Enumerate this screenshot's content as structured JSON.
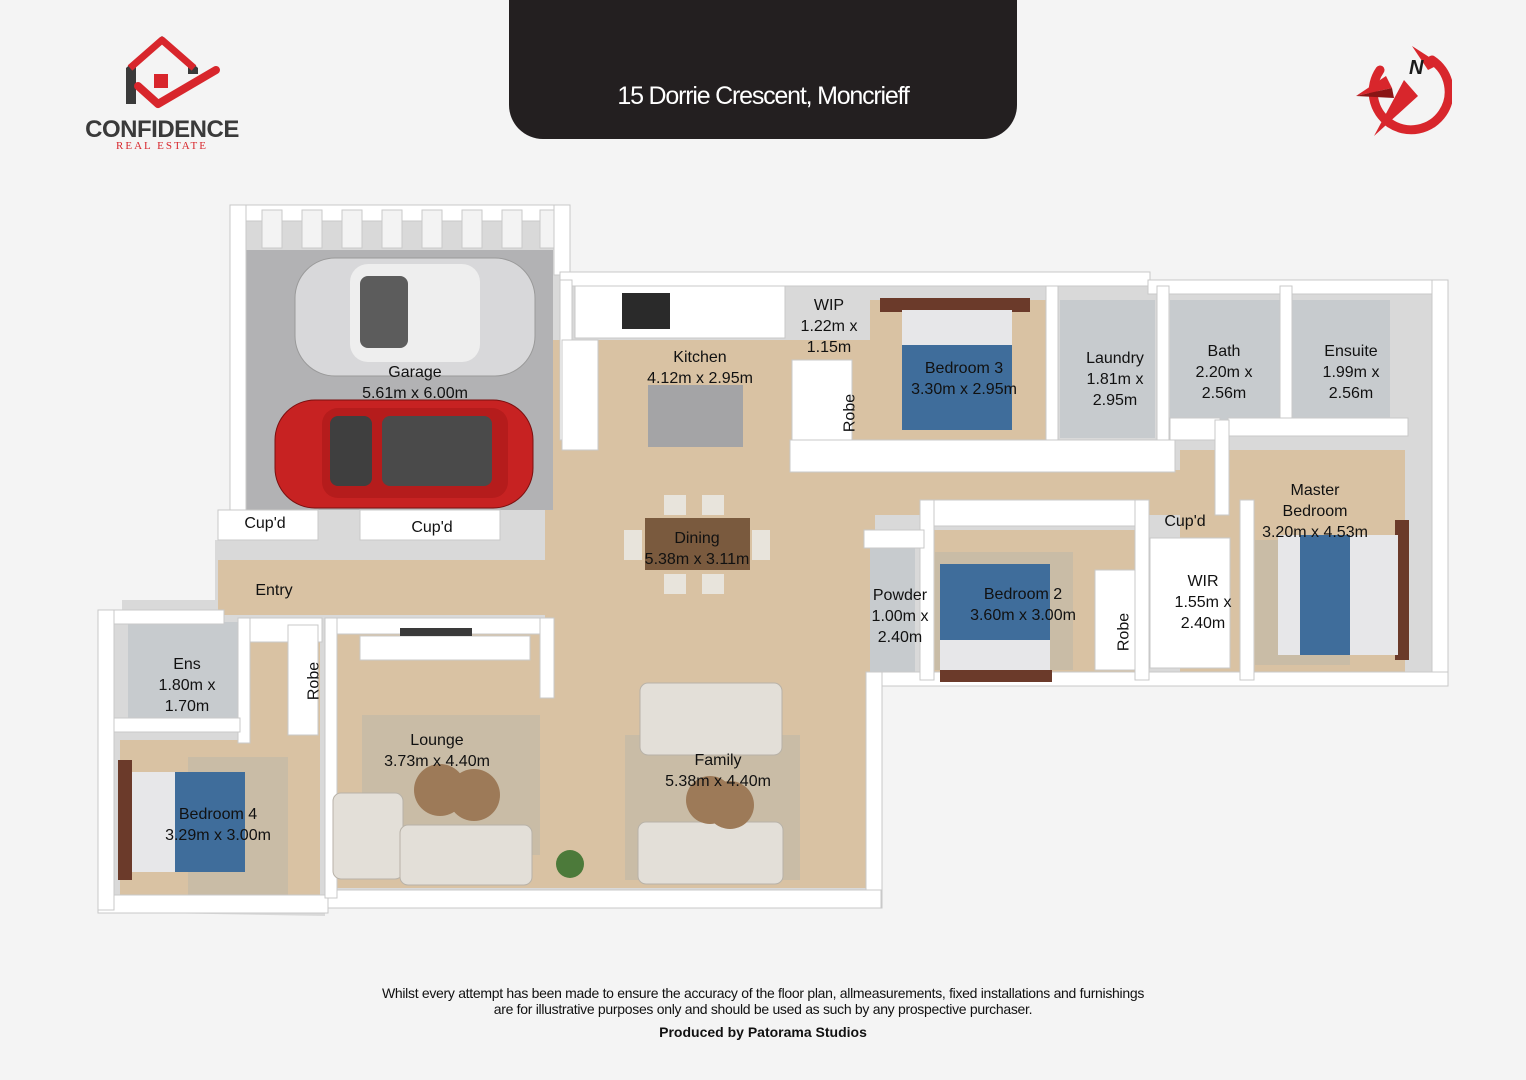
{
  "brand": {
    "name": "CONFIDENCE",
    "tagline": "REAL ESTATE",
    "primary_color": "#d8262c",
    "dark_color": "#3a3a3a"
  },
  "header": {
    "address": "15 Dorrie Crescent, Moncrieff"
  },
  "compass": {
    "letter": "N"
  },
  "rooms": {
    "garage": {
      "name": "Garage",
      "size": "5.61m x 6.00m"
    },
    "kitchen": {
      "name": "Kitchen",
      "size": "4.12m x 2.95m"
    },
    "wip": {
      "name": "WIP",
      "size_a": "1.22m x",
      "size_b": "1.15m"
    },
    "bedroom3": {
      "name": "Bedroom 3",
      "size": "3.30m x 2.95m"
    },
    "laundry": {
      "name": "Laundry",
      "size_a": "1.81m x",
      "size_b": "2.95m"
    },
    "bath": {
      "name": "Bath",
      "size_a": "2.20m x",
      "size_b": "2.56m"
    },
    "ensuite": {
      "name": "Ensuite",
      "size_a": "1.99m x",
      "size_b": "2.56m"
    },
    "master": {
      "name_a": "Master",
      "name_b": "Bedroom",
      "size": "3.20m x 4.53m"
    },
    "dining": {
      "name": "Dining",
      "size": "5.38m x 3.11m"
    },
    "cupd_1": "Cup'd",
    "cupd_2": "Cup'd",
    "cupd_3": "Cup'd",
    "entry": "Entry",
    "powder": {
      "name": "Powder",
      "size_a": "1.00m x",
      "size_b": "2.40m"
    },
    "bedroom2": {
      "name": "Bedroom 2",
      "size": "3.60m x 3.00m"
    },
    "wir": {
      "name": "WIR",
      "size_a": "1.55m x",
      "size_b": "2.40m"
    },
    "ens": {
      "name": "Ens",
      "size_a": "1.80m x",
      "size_b": "1.70m"
    },
    "robe_1": "Robe",
    "robe_2": "Robe",
    "robe_3": "Robe",
    "lounge": {
      "name": "Lounge",
      "size": "3.73m x 4.40m"
    },
    "family": {
      "name": "Family",
      "size": "5.38m x 4.40m"
    },
    "bedroom4": {
      "name": "Bedroom 4",
      "size": "3.29m x 3.00m"
    }
  },
  "footer": {
    "disclaimer_1": "Whilst every attempt has been made to ensure the accuracy of the floor plan, allmeasurements, fixed installations and furnishings",
    "disclaimer_2": "are for illustrative purposes only and should be used as such by any prospective purchaser.",
    "credit": "Produced by Patorama Studios"
  }
}
